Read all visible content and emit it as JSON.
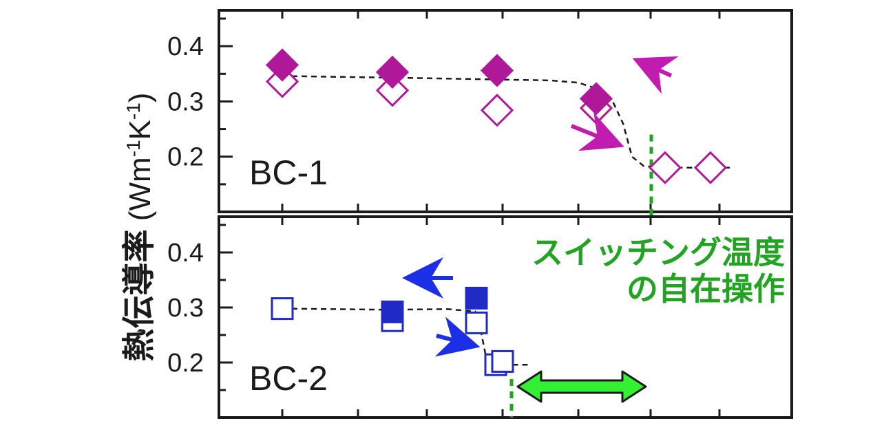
{
  "chart_data": {
    "type": "scatter",
    "ylabel": {
      "jp": "熱伝導率",
      "unit_parts": [
        {
          "t": " (Wm",
          "sup": false
        },
        {
          "t": "-1",
          "sup": true
        },
        {
          "t": "K",
          "sup": false
        },
        {
          "t": "-1",
          "sup": true
        },
        {
          "t": ")",
          "sup": false
        }
      ]
    },
    "annotation_lines": [
      "スイッチング温度",
      "の自在操作"
    ],
    "panels": [
      {
        "id": "BC-1",
        "label": "BC-1",
        "ylim": [
          0.1,
          0.465
        ],
        "yticks": [
          0.2,
          0.3,
          0.4
        ],
        "ytick_labels": [
          "0.2",
          "0.3",
          "0.4"
        ],
        "color": "#b0189a",
        "marker": "diamond",
        "series": [
          {
            "fill": "filled",
            "points": [
              [
                410,
                0.366
              ],
              [
                570,
                0.353
              ],
              [
                722,
                0.356
              ],
              [
                866,
                0.305
              ]
            ]
          },
          {
            "fill": "open",
            "points": [
              [
                410,
                0.336
              ],
              [
                570,
                0.32
              ],
              [
                722,
                0.284
              ],
              [
                866,
                0.288
              ],
              [
                966,
                0.18
              ],
              [
                1032,
                0.18
              ]
            ]
          }
        ],
        "trend": [
          [
            410,
            0.346
          ],
          [
            620,
            0.342
          ],
          [
            800,
            0.338
          ],
          [
            840,
            0.334
          ],
          [
            870,
            0.322
          ],
          [
            890,
            0.3
          ],
          [
            905,
            0.26
          ],
          [
            918,
            0.2
          ],
          [
            935,
            0.183
          ],
          [
            960,
            0.18
          ],
          [
            1060,
            0.18
          ]
        ],
        "switch_x": 908
      },
      {
        "id": "BC-2",
        "label": "BC-2",
        "ylim": [
          0.1,
          0.465
        ],
        "yticks": [
          0.2,
          0.3,
          0.4
        ],
        "ytick_labels": [
          "0.2",
          "0.3",
          "0.4"
        ],
        "color": "#1f2bc4",
        "marker": "square",
        "series": [
          {
            "fill": "filled",
            "points": [
              [
                570,
                0.292
              ],
              [
                692,
                0.317
              ]
            ]
          },
          {
            "fill": "open",
            "points": [
              [
                410,
                0.298
              ],
              [
                570,
                0.276
              ],
              [
                692,
                0.272
              ],
              [
                720,
                0.196
              ],
              [
                730,
                0.202
              ]
            ]
          }
        ],
        "trend": [
          [
            410,
            0.298
          ],
          [
            560,
            0.296
          ],
          [
            650,
            0.297
          ],
          [
            690,
            0.293
          ],
          [
            698,
            0.26
          ],
          [
            706,
            0.21
          ],
          [
            716,
            0.196
          ],
          [
            770,
            0.196
          ]
        ],
        "switch_x": 705
      }
    ]
  }
}
